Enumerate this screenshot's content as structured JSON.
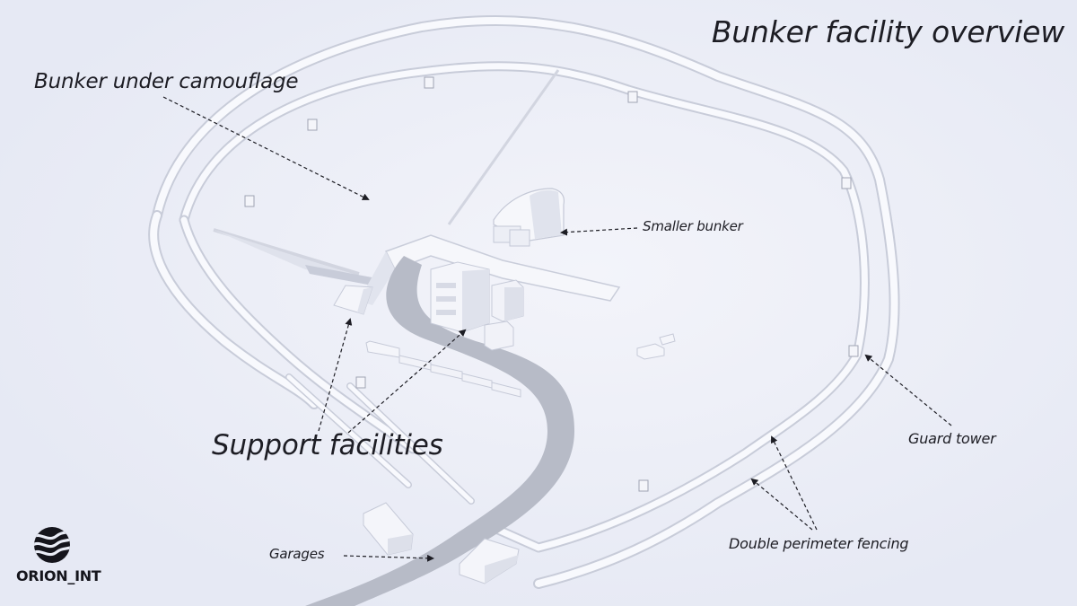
{
  "title": "Bunker facility overview",
  "labels": {
    "bunker_under_camouflage": "Bunker under camouflage",
    "smaller_bunker": "Smaller bunker",
    "support_facilities": "Support facilities",
    "guard_tower": "Guard tower",
    "double_perimeter_fencing": "Double perimeter fencing",
    "garages": "Garages"
  },
  "logo": {
    "text": "ORION_INT",
    "icon": "orion-waves-logo-icon"
  },
  "colors": {
    "background": "#e9ecf6",
    "ground": "#eef0f8",
    "structure": "#f7f8fc",
    "shadow": "#c9cdda",
    "road": "#b4b8c4",
    "text": "#1d1d24"
  }
}
